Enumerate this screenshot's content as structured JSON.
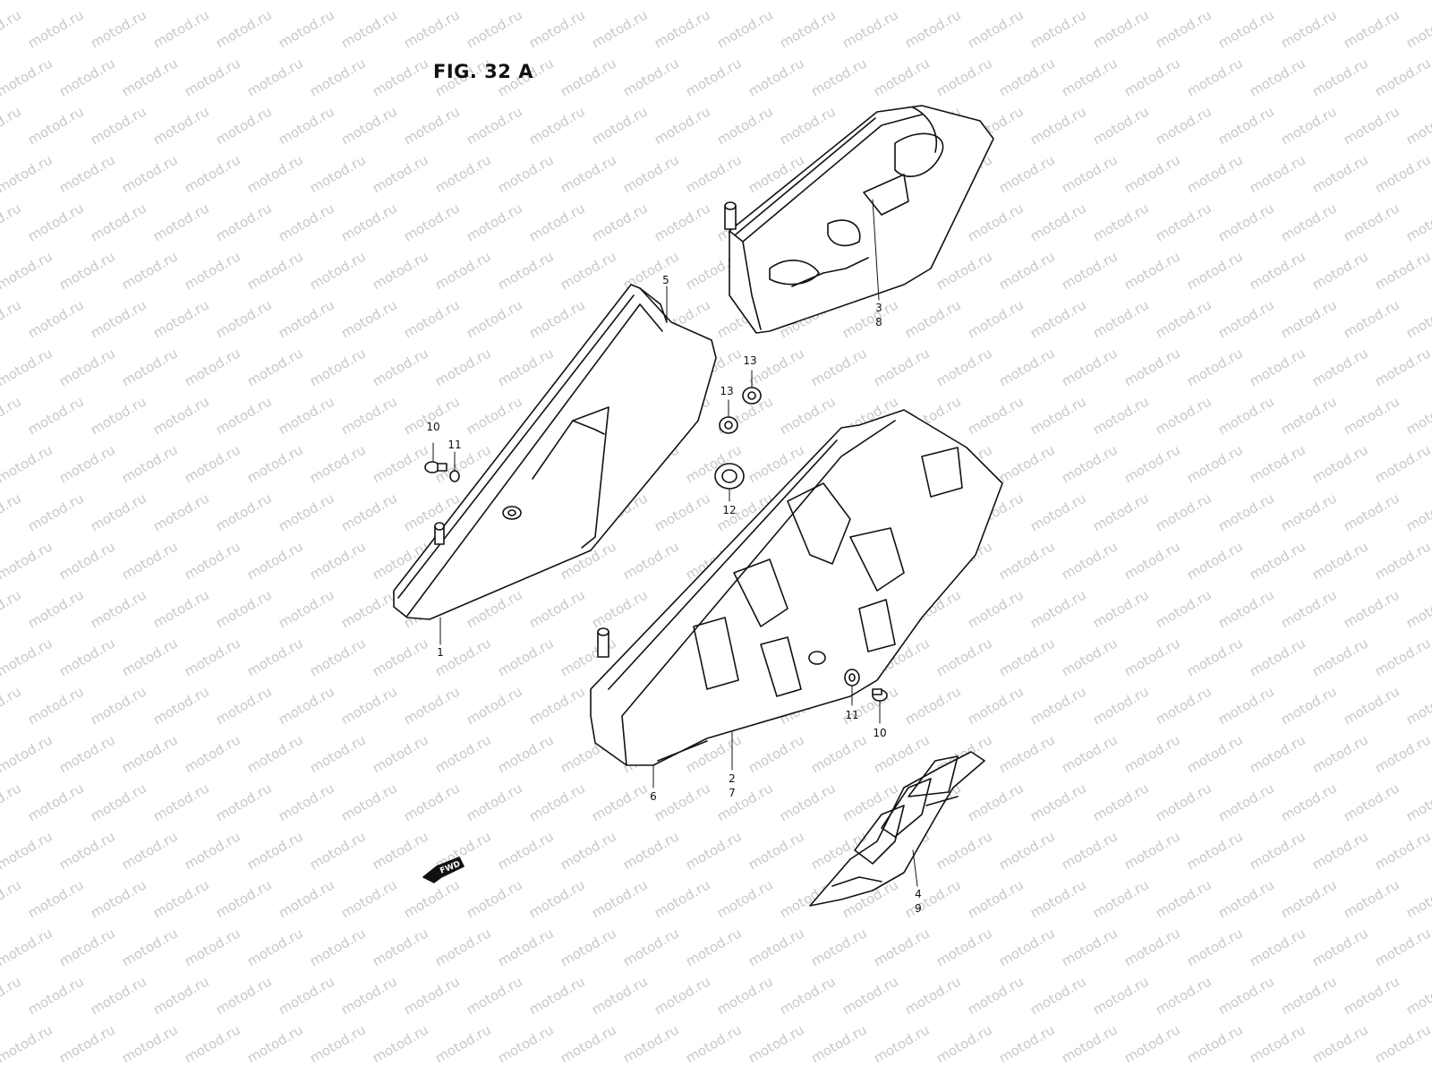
{
  "figure": {
    "title": "FIG. 32 A",
    "watermark_text": "motod.ru",
    "fwd_label": "FWD"
  },
  "callouts": {
    "c1": "1",
    "c2": "2",
    "c7": "7",
    "c3": "3",
    "c8": "8",
    "c4": "4",
    "c9": "9",
    "c5": "5",
    "c6": "6",
    "c10a": "10",
    "c11a": "11",
    "c10b": "10",
    "c11b": "11",
    "c12": "12",
    "c13a": "13",
    "c13b": "13"
  },
  "colors": {
    "line": "#111111",
    "watermark": "#c8c8c8"
  }
}
